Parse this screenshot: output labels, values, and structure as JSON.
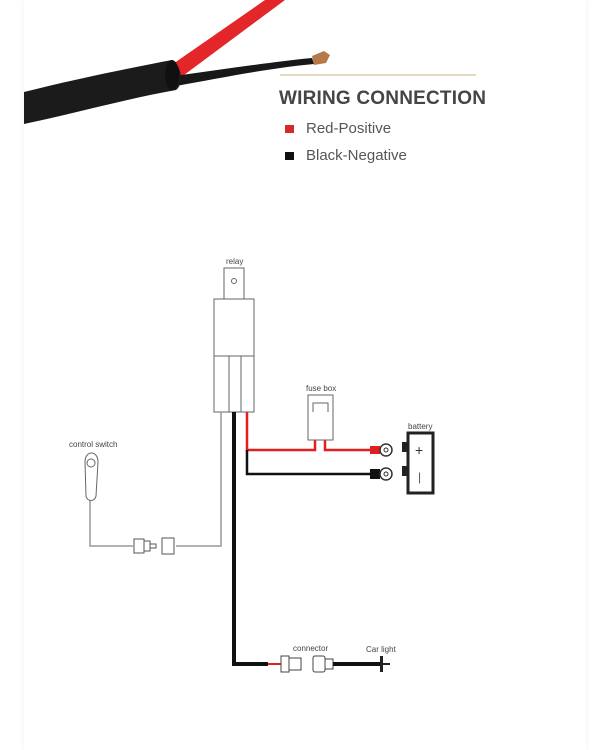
{
  "header": {
    "title": "WIRING CONNECTION"
  },
  "legend": [
    {
      "label": "Red-Positive",
      "color": "#d42a2a"
    },
    {
      "label": "Black-Negative",
      "color": "#111111"
    }
  ],
  "diagram": {
    "relay": "relay",
    "fuse_box": "fuse box",
    "battery": "battery",
    "battery_plus": "+",
    "battery_minus": "|",
    "control_switch": "control switch",
    "connector": "connector",
    "car_light": "Car light"
  },
  "colors": {
    "red_wire": "#e02020",
    "black_wire": "#111111",
    "gray_wire": "#999999",
    "accent_line": "#c8b48a"
  }
}
